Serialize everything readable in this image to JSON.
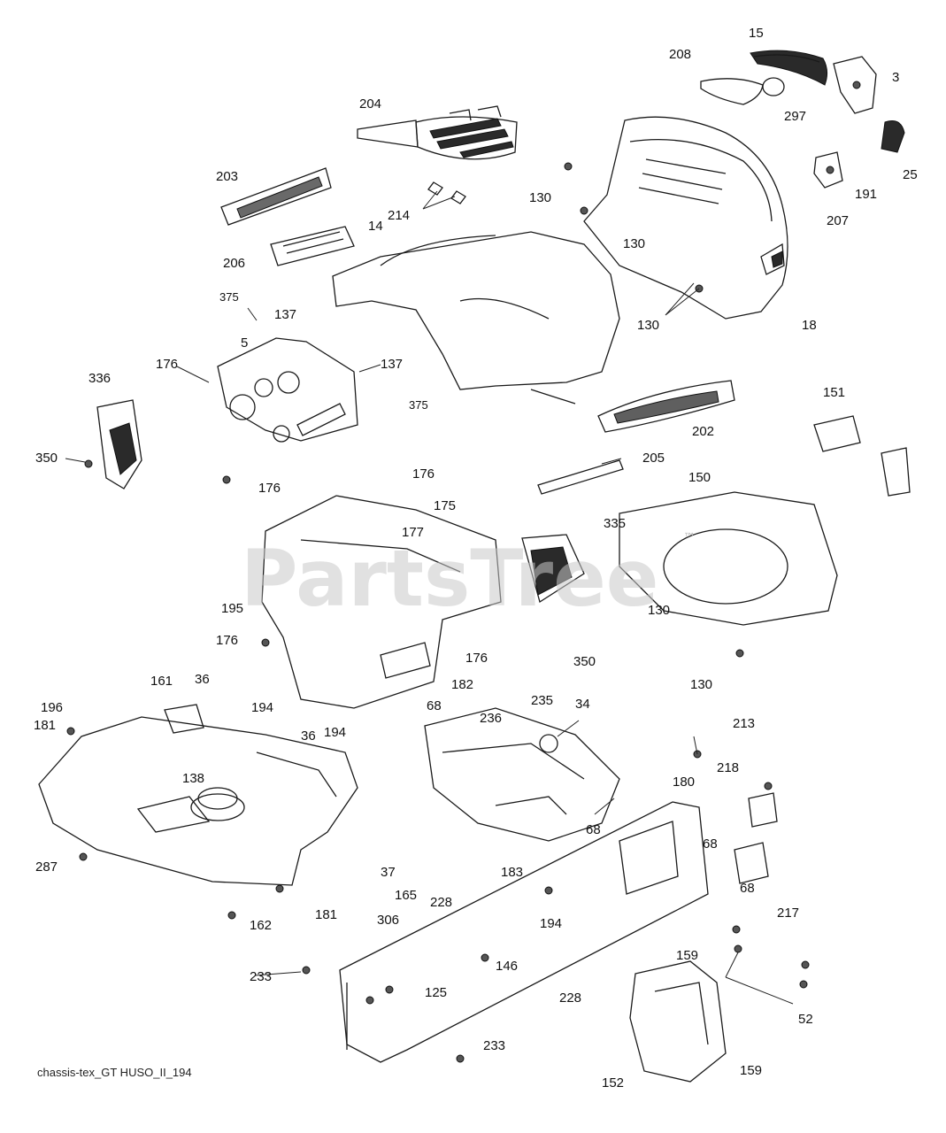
{
  "diagram": {
    "caption": "chassis-tex_GT HUSO_II_194",
    "watermark": "PartsTree",
    "watermark_mark": "™",
    "labels": {
      "l15": "15",
      "l208": "208",
      "l3": "3",
      "l297": "297",
      "l25": "25",
      "l204": "204",
      "l191": "191",
      "l207": "207",
      "l203": "203",
      "l130a": "130",
      "l214": "214",
      "l14": "14",
      "l130b": "130",
      "l206": "206",
      "l375a": "375",
      "l137a": "137",
      "l130c": "130",
      "l18": "18",
      "l5": "5",
      "l176a": "176",
      "l137b": "137",
      "l336": "336",
      "l375b": "375",
      "l151": "151",
      "l350a": "350",
      "l202": "202",
      "l176b": "176",
      "l176c": "176",
      "l205": "205",
      "l175": "175",
      "l150": "150",
      "l177": "177",
      "l335": "335",
      "l195": "195",
      "l130d": "130",
      "l176d": "176",
      "l176e": "176",
      "l350b": "350",
      "l130e": "130",
      "l161": "161",
      "l36a": "36",
      "l182": "182",
      "l196": "196",
      "l68a": "68",
      "l235": "235",
      "l34": "34",
      "l181a": "181",
      "l194a": "194",
      "l236": "236",
      "l36b": "36",
      "l194b": "194",
      "l213": "213",
      "l138": "138",
      "l218": "218",
      "l180": "180",
      "l68b": "68",
      "l68c": "68",
      "l287": "287",
      "l183": "183",
      "l37": "37",
      "l68d": "68",
      "l165": "165",
      "l228a": "228",
      "l181b": "181",
      "l162": "162",
      "l306": "306",
      "l194c": "194",
      "l217": "217",
      "l159a": "159",
      "l233a": "233",
      "l146": "146",
      "l125": "125",
      "l228b": "228",
      "l52": "52",
      "l233b": "233",
      "l159b": "159",
      "l152": "152"
    }
  }
}
